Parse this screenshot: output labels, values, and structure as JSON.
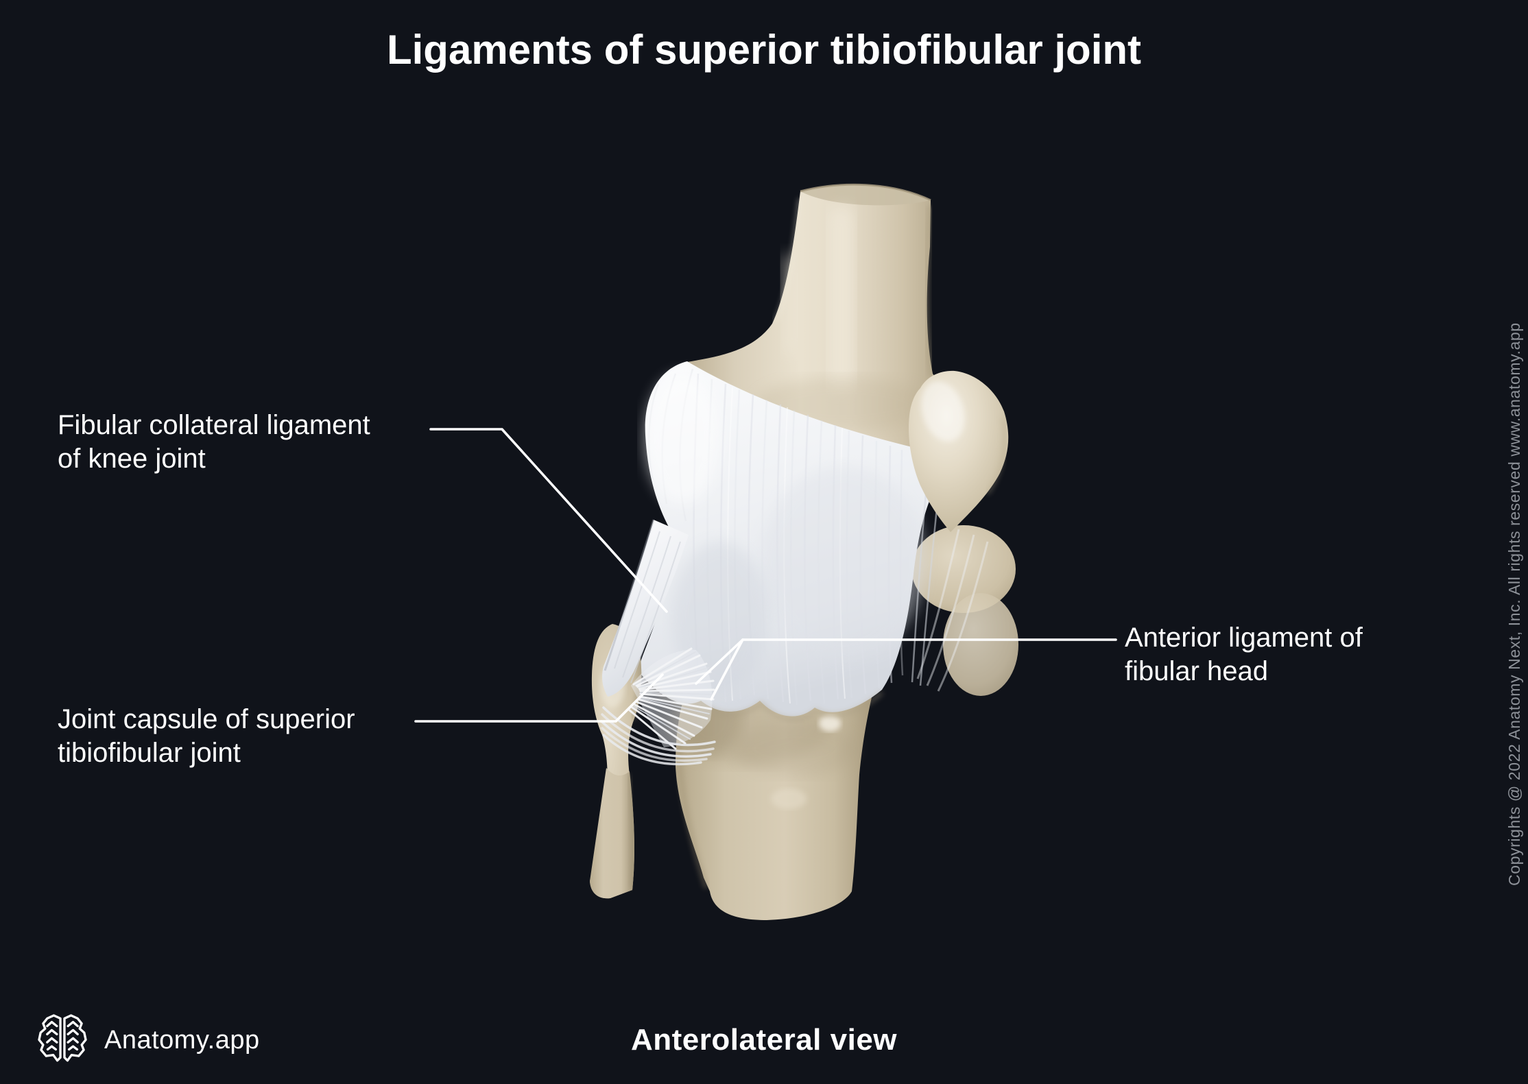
{
  "title": "Ligaments of superior tibiofibular joint",
  "labels": [
    {
      "name": "fibular-collateral-ligament-of-knee-joint",
      "lines": [
        "Fibular collateral ligament",
        "of knee joint"
      ]
    },
    {
      "name": "joint-capsule-of-superior-tibiofibular-joint",
      "lines": [
        "Joint capsule of superior",
        "tibiofibular joint"
      ]
    },
    {
      "name": "anterior-ligament-of-fibular-head",
      "lines": [
        "Anterior ligament of",
        "fibular head"
      ]
    }
  ],
  "footer": {
    "brand": "Anatomy.app",
    "view_caption": "Anterolateral view",
    "logo": "brain-logo-icon"
  },
  "copyright": {
    "text": "Copyrights @ 2022 Anatomy Next, Inc. All rights reserved www.anatomy.app"
  },
  "figure": {
    "type": "3d-anatomical-render",
    "subject": "Superior tibiofibular joint ligaments, knee region",
    "depicted_parts": [
      "femur",
      "patella",
      "joint capsule",
      "fibular collateral ligament",
      "fibular head",
      "fibula",
      "tibia",
      "anterior ligament of fibular head"
    ]
  },
  "colors": {
    "background": "#10131a",
    "text": "#ffffff",
    "muted_text": "#8d9198",
    "leader_line": "#ffffff",
    "bone": "#d8ceb8",
    "bone_shadow": "#b2a689",
    "bone_light": "#ece5d3",
    "capsule": "#f3f4f6",
    "capsule_shadow": "#ccd0d7"
  }
}
